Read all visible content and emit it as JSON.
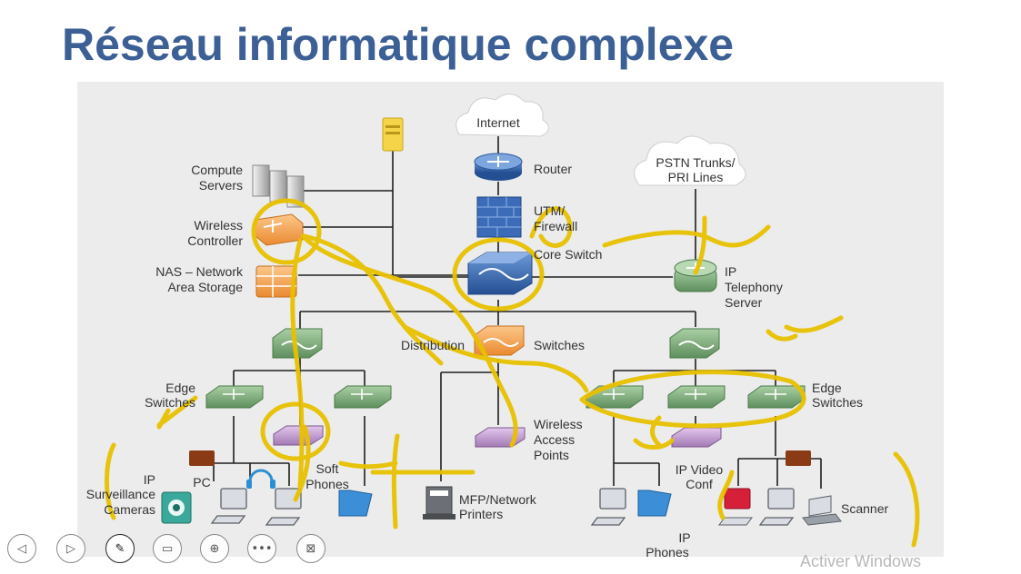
{
  "slide": {
    "title": "Réseau informatique complexe"
  },
  "diagram": {
    "labels": {
      "internet": "Internet",
      "router": "Router",
      "utm1": "UTM/",
      "utm2": "Firewall",
      "core_switch": "Core Switch",
      "pstn1": "PSTN Trunks/",
      "pstn2": "PRI Lines",
      "ip_tel1": "IP",
      "ip_tel2": "Telephony",
      "ip_tel3": "Server",
      "compute1": "Compute",
      "compute2": "Servers",
      "wlc1": "Wireless",
      "wlc2": "Controller",
      "nas1": "NAS  – Network",
      "nas2": "Area Storage",
      "distribution": "Distribution",
      "switches": "Switches",
      "edge_left1": "Edge",
      "edge_left2": "Switches",
      "edge_right1": "Edge",
      "edge_right2": "Switches",
      "wap1": "Wireless",
      "wap2": "Access",
      "wap3": "Points",
      "ipcam1": "IP",
      "ipcam2": "Surveillance",
      "ipcam3": "Cameras",
      "pc": "PC",
      "soft1": "Soft",
      "soft2": "Phones",
      "mfp1": "MFP/Network",
      "mfp2": "Printers",
      "ipvideo1": "IP Video",
      "ipvideo2": "Conf",
      "ipphones1": "IP",
      "ipphones2": "Phones",
      "scanner": "Scanner"
    }
  },
  "toolbar": {
    "prev": "◁",
    "next": "▷",
    "pen": "✎",
    "subtitles": "▭",
    "zoom": "⊕",
    "more": "•••",
    "screen": "⊠"
  },
  "watermark": "Activer Windows",
  "colors": {
    "title": "#3c5f95",
    "annotation": "#e8c100",
    "switch_green": "#7aa879",
    "switch_orange": "#f3a44b",
    "core_blue": "#3e6fbc",
    "ap_purple": "#b383c4"
  }
}
